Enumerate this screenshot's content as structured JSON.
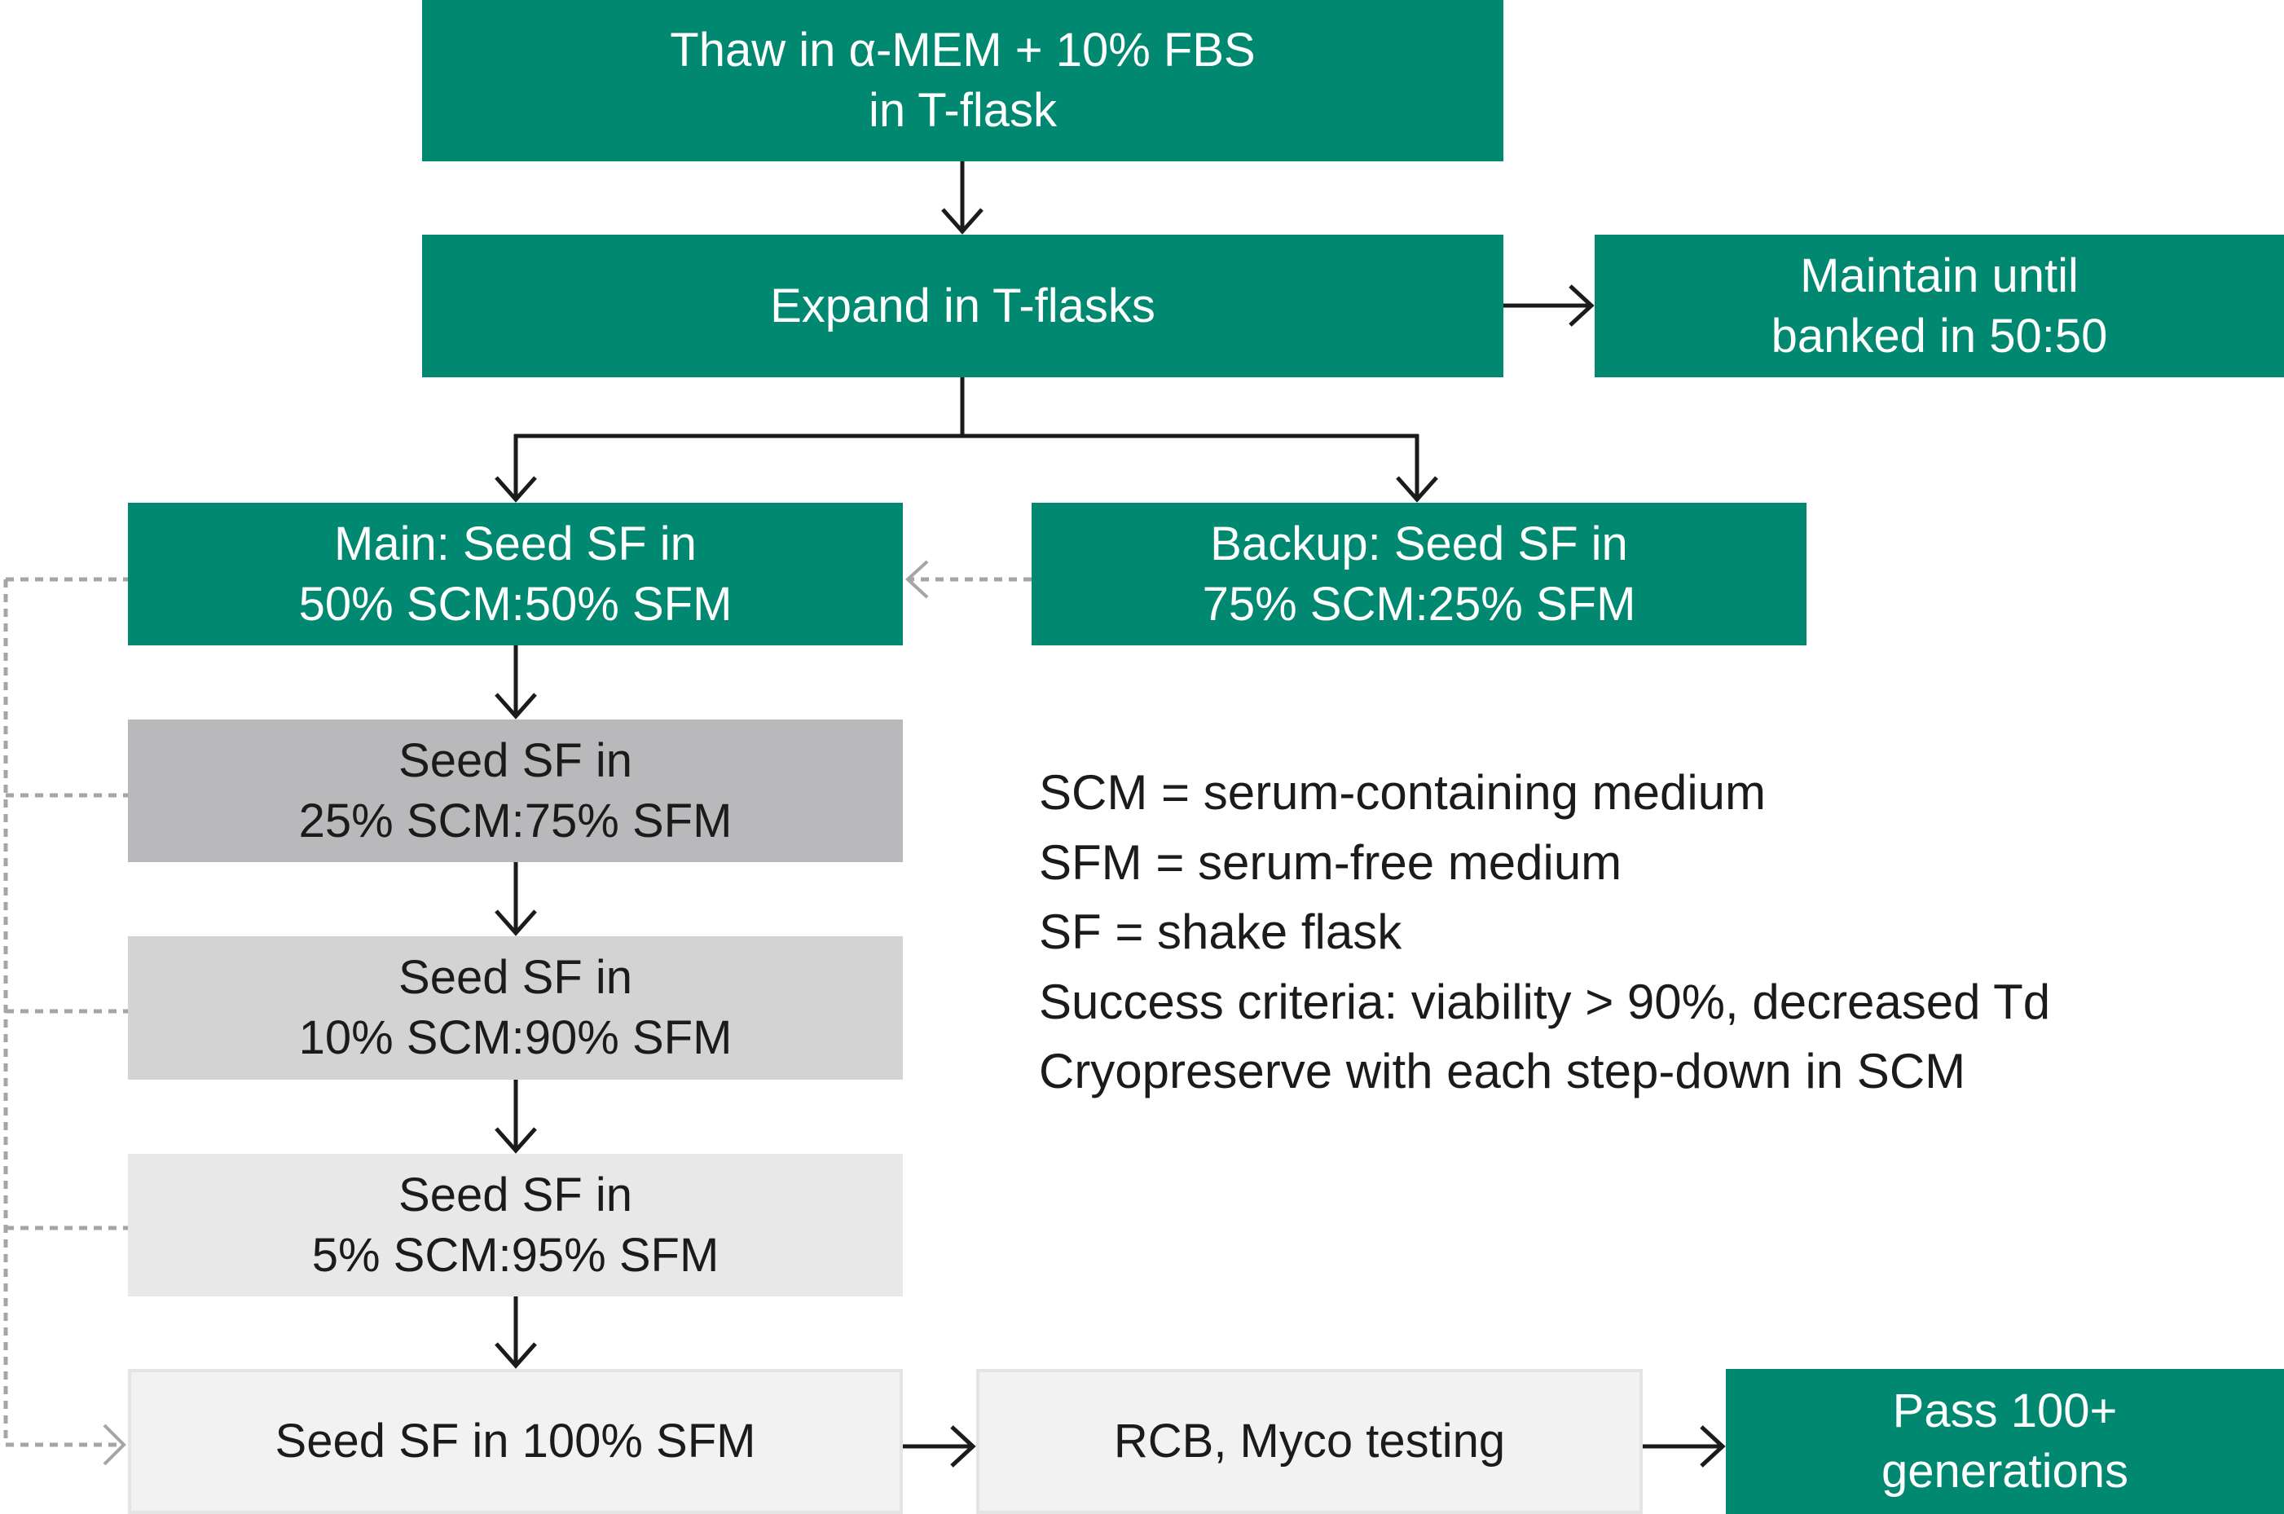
{
  "colors": {
    "primary_green": "#008870",
    "step_gray_25": "#b9b9bb",
    "step_gray_10": "#d3d3d4",
    "step_gray_5": "#e8e8e9",
    "step_gray_100": "#f2f2f2",
    "arrow": "#1b1b1b",
    "dotted_arrow": "#a5a5a5"
  },
  "nodes": {
    "thaw": {
      "line1": "Thaw in α-MEM + 10% FBS",
      "line2": "in T-flask"
    },
    "expand": {
      "line1": "Expand in T-flasks"
    },
    "maintain": {
      "line1": "Maintain until",
      "line2": "banked in 50:50"
    },
    "main": {
      "line1": "Main: Seed SF in",
      "line2": "50% SCM:50% SFM"
    },
    "backup": {
      "line1": "Backup: Seed SF in",
      "line2": "75% SCM:25% SFM"
    },
    "step25": {
      "line1": "Seed SF in",
      "line2": "25% SCM:75% SFM"
    },
    "step10": {
      "line1": "Seed SF in",
      "line2": "10% SCM:90% SFM"
    },
    "step5": {
      "line1": "Seed SF in",
      "line2": "5% SCM:95% SFM"
    },
    "step100": {
      "line1": "Seed SF in 100% SFM"
    },
    "testing": {
      "line1": "RCB, Myco testing"
    },
    "pass": {
      "line1": "Pass 100+",
      "line2": "generations"
    }
  },
  "edges": [
    {
      "from": "thaw",
      "to": "expand",
      "style": "solid"
    },
    {
      "from": "expand",
      "to": "maintain",
      "style": "solid"
    },
    {
      "from": "expand",
      "to": "main",
      "style": "solid"
    },
    {
      "from": "expand",
      "to": "backup",
      "style": "solid"
    },
    {
      "from": "backup",
      "to": "main",
      "style": "dotted"
    },
    {
      "from": "main",
      "to": "step25",
      "style": "solid"
    },
    {
      "from": "step25",
      "to": "step10",
      "style": "solid"
    },
    {
      "from": "step10",
      "to": "step5",
      "style": "solid"
    },
    {
      "from": "step5",
      "to": "step100",
      "style": "solid"
    },
    {
      "from": "main",
      "to": "step100",
      "style": "dotted"
    },
    {
      "from": "step25",
      "to": "step100",
      "style": "dotted"
    },
    {
      "from": "step10",
      "to": "step100",
      "style": "dotted"
    },
    {
      "from": "step5",
      "to": "step100",
      "style": "dotted"
    },
    {
      "from": "step100",
      "to": "testing",
      "style": "solid"
    },
    {
      "from": "testing",
      "to": "pass",
      "style": "solid"
    }
  ],
  "legend": [
    "SCM = serum-containing medium",
    "SFM = serum-free medium",
    "SF = shake flask",
    "Success criteria: viability > 90%, decreased Td",
    "Cryopreserve with each step-down in SCM"
  ]
}
